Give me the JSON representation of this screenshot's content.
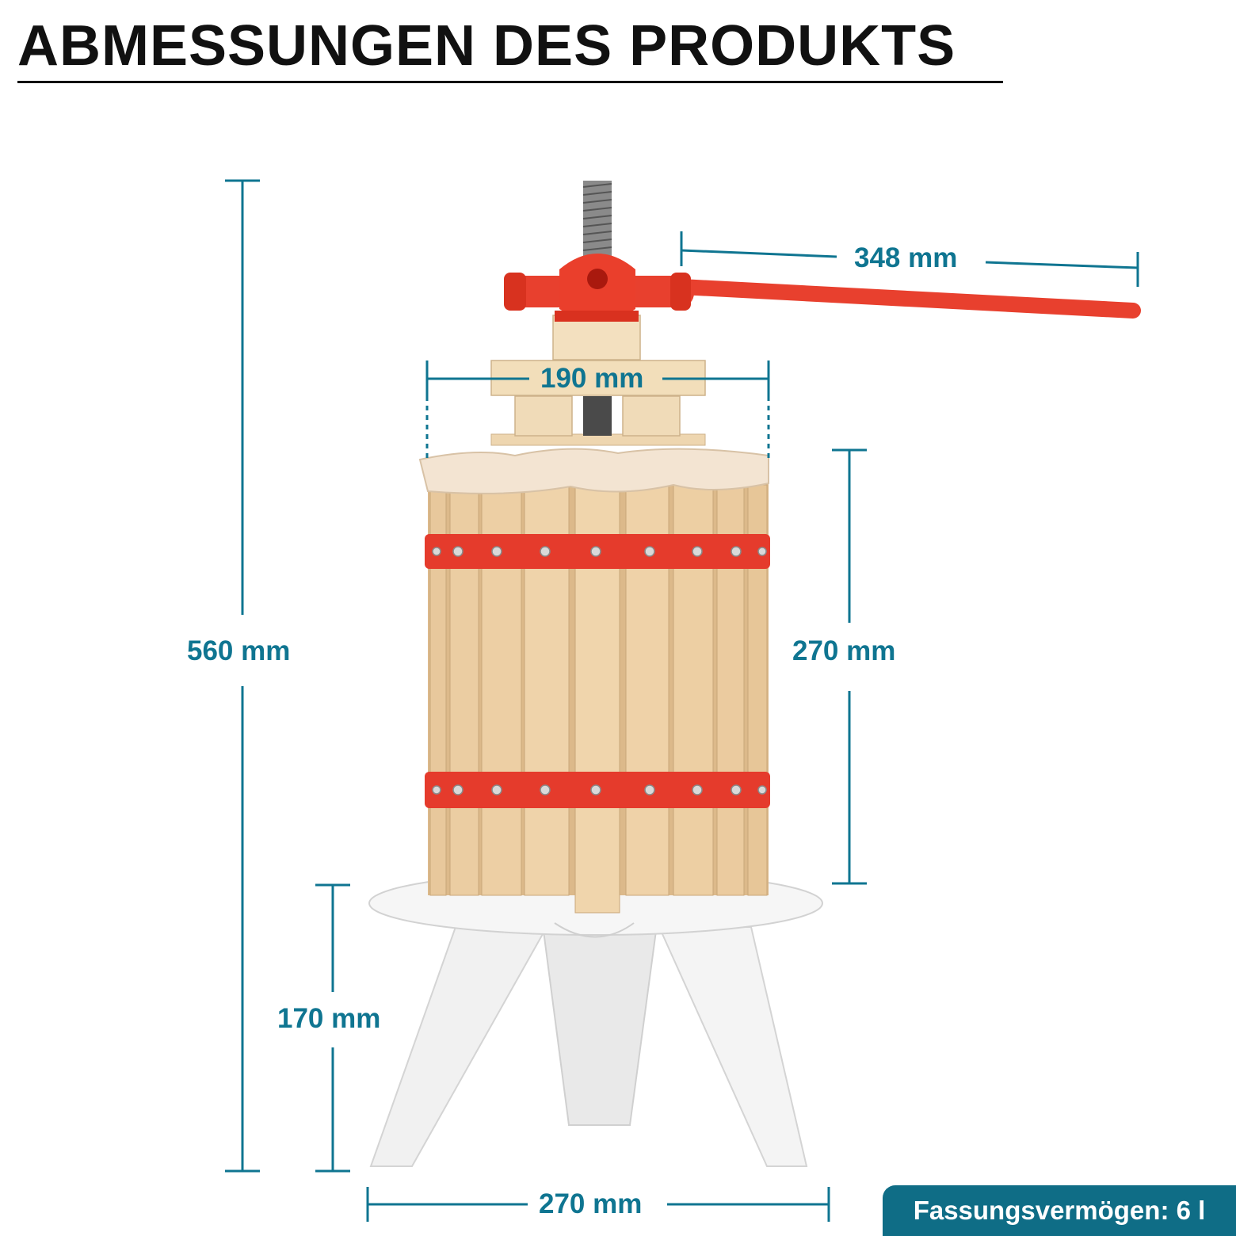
{
  "title": "ABMESSUNGEN DES PRODUKTS",
  "dimensions": {
    "total_height": "560 mm",
    "handle_length": "348 mm",
    "top_width": "190 mm",
    "barrel_height": "270 mm",
    "stand_height": "170 mm",
    "base_width": "270 mm"
  },
  "capacity": "Fassungsvermögen: 6 l",
  "colors": {
    "dimension_line": "#0f7591",
    "badge_bg": "#0f6d86",
    "wood": "#eacb9f",
    "band": "#e53b2c",
    "stand": "#f2f2f2"
  },
  "icons": [
    "fruit-press-illustration"
  ]
}
